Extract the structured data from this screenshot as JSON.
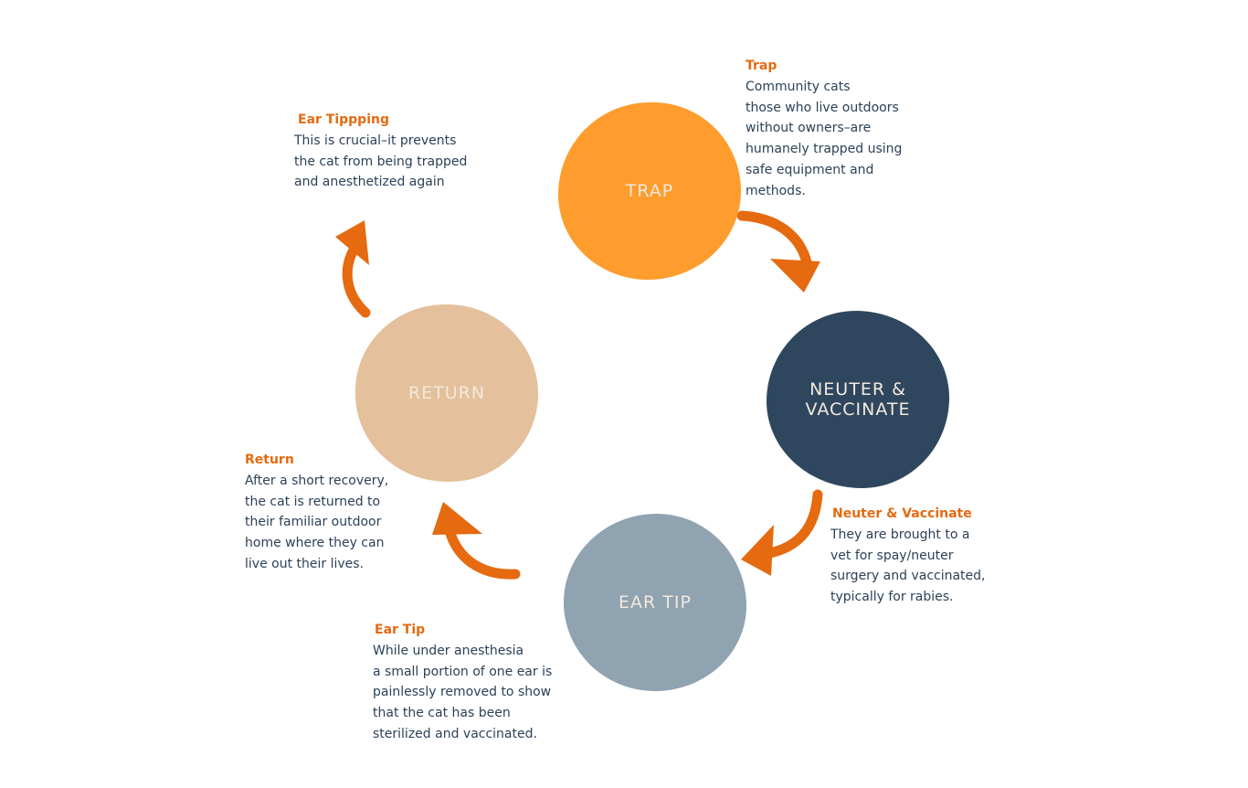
{
  "colors": {
    "trap": "#fe9d2d",
    "neuter": "#2e475f",
    "eartip": "#8fa3b1",
    "return": "#e4c09c",
    "arrow": "#e56a10",
    "heading": "#e56a10",
    "body_text": "#2c4157",
    "circle_text": "#f3e9dc"
  },
  "circles": {
    "trap": "TRAP",
    "neuter": "NEUTER &\nVACCINATE",
    "eartip": "EAR TIP",
    "return": "RETURN"
  },
  "descriptions": {
    "trap": {
      "heading": "Trap",
      "lines": [
        "Community cats",
        "those who live outdoors",
        "without owners–are",
        "humanely trapped using",
        "safe equipment and",
        "methods."
      ]
    },
    "neuter": {
      "heading": "Neuter & Vaccinate",
      "lines": [
        "They are brought to a",
        "vet for spay/neuter",
        "surgery and vaccinated,",
        "typically for rabies."
      ]
    },
    "eartip": {
      "heading": "Ear Tip",
      "lines": [
        "While under anesthesia",
        "a small portion of one ear is",
        "painlessly removed to show",
        "that the cat has been",
        "sterilized and vaccinated."
      ]
    },
    "return": {
      "heading": "Return",
      "lines": [
        "After a short recovery,",
        "the cat is returned to",
        "their familiar outdoor",
        "home where they can",
        "live out their lives."
      ]
    },
    "eartipping": {
      "heading": "Ear Tippping",
      "lines": [
        "This is crucial–it prevents",
        "the cat from being trapped",
        "and anesthetized again"
      ]
    }
  },
  "arrows": [
    "trap-to-neuter",
    "neuter-to-eartip",
    "eartip-to-return",
    "return-to-eartipping"
  ]
}
